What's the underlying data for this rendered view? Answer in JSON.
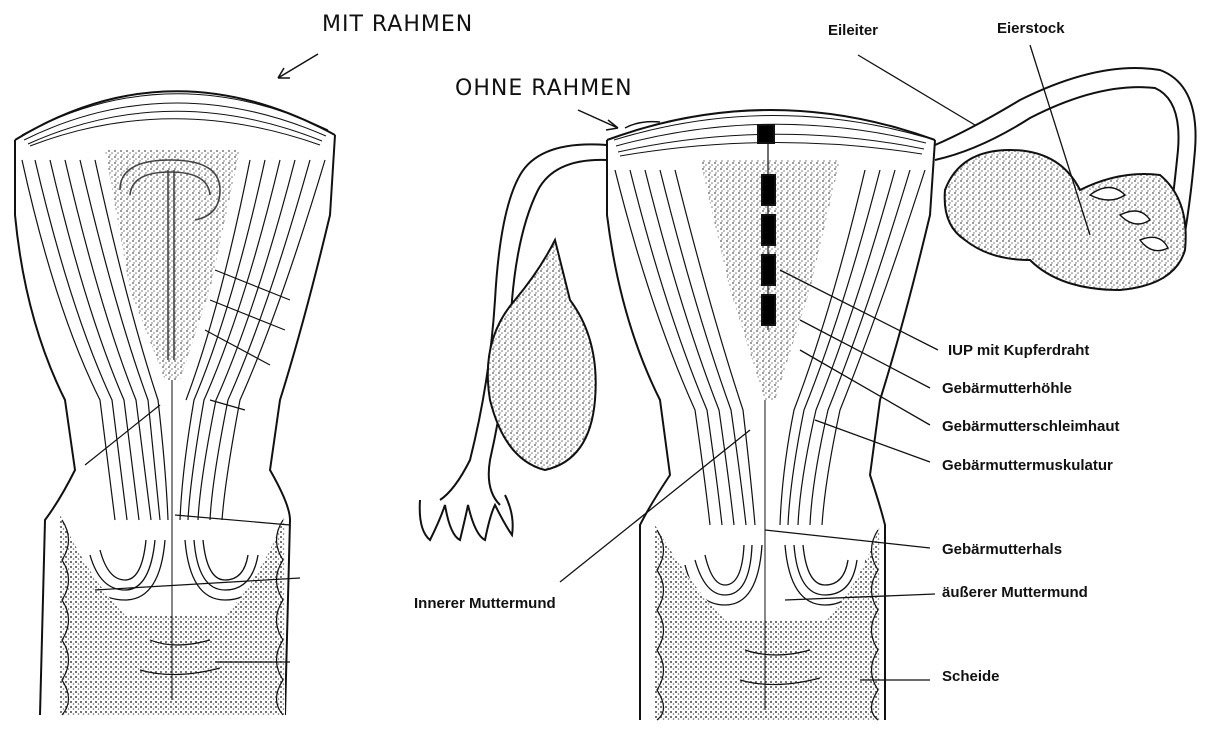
{
  "header_labels": {
    "mit_rahmen": "MIT RAHMEN",
    "ohne_rahmen": "OHNE RAHMEN"
  },
  "labels": {
    "eileiter": "Eileiter",
    "eierstock": "Eierstock",
    "iup": "IUP mit Kupferdraht",
    "hoehle": "Gebärmutterhöhle",
    "schleimhaut": "Gebärmutterschleimhaut",
    "muskulatur": "Gebärmuttermuskulatur",
    "hals": "Gebärmutterhals",
    "aeusserer": "äußerer Muttermund",
    "innerer": "Innerer Muttermund",
    "scheide": "Scheide"
  }
}
